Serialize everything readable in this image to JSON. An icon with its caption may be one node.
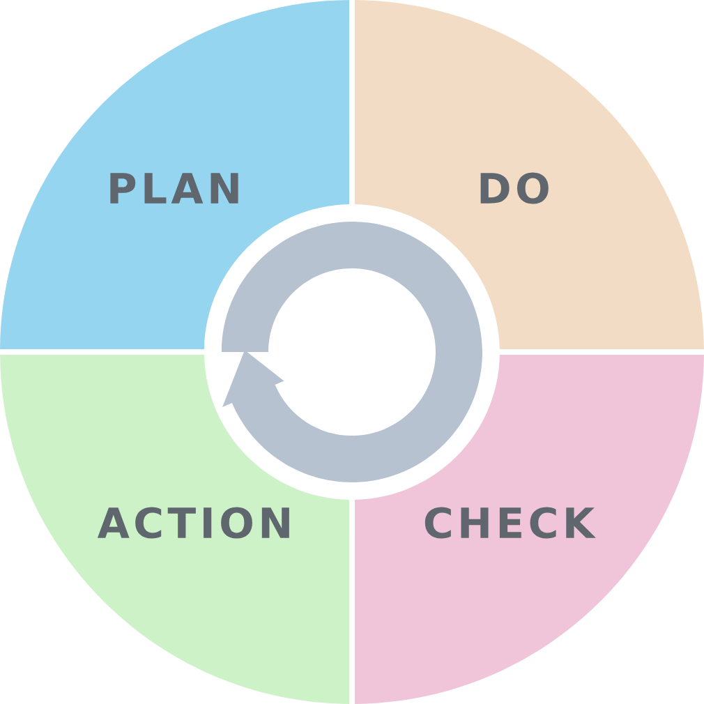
{
  "diagram": {
    "nodes": [
      {
        "text": [
          "PLAN"
        ]
      },
      {
        "text": [
          "DO"
        ]
      },
      {
        "text": [
          "ACTION"
        ]
      },
      {
        "text": [
          "CHECK"
        ]
      }
    ]
  }
}
